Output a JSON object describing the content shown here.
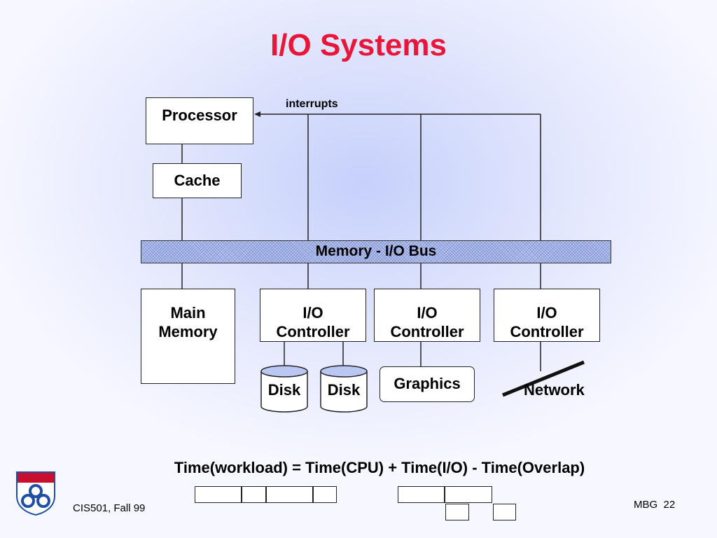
{
  "slide": {
    "title": "I/O Systems",
    "footer_course": "CIS501, Fall 99",
    "footer_author": "MBG",
    "footer_page": "22"
  },
  "diagram": {
    "processor": "Processor",
    "cache": "Cache",
    "interrupts": "interrupts",
    "bus": "Memory - I/O Bus",
    "main_memory": [
      "Main",
      "Memory"
    ],
    "io_controller": [
      "I/O",
      "Controller"
    ],
    "disk": "Disk",
    "graphics": "Graphics",
    "network": "Network"
  },
  "formula": "Time(workload) = Time(CPU) + Time(I/O) - Time(Overlap)",
  "colors": {
    "title": "#e8173a",
    "bus_fill": "#b9c7f2",
    "logo_red": "#c8102e",
    "logo_blue": "#1f4fa5"
  }
}
